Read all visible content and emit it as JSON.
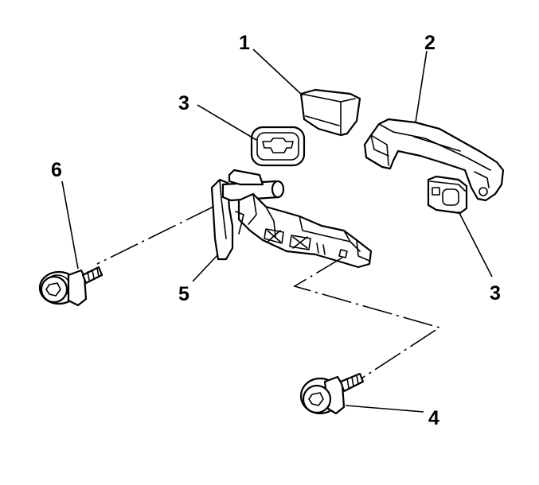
{
  "callouts": [
    {
      "id": "1",
      "label": "1"
    },
    {
      "id": "2",
      "label": "2"
    },
    {
      "id": "3a",
      "label": "3"
    },
    {
      "id": "3b",
      "label": "3"
    },
    {
      "id": "4",
      "label": "4"
    },
    {
      "id": "5",
      "label": "5"
    },
    {
      "id": "6",
      "label": "6"
    }
  ]
}
